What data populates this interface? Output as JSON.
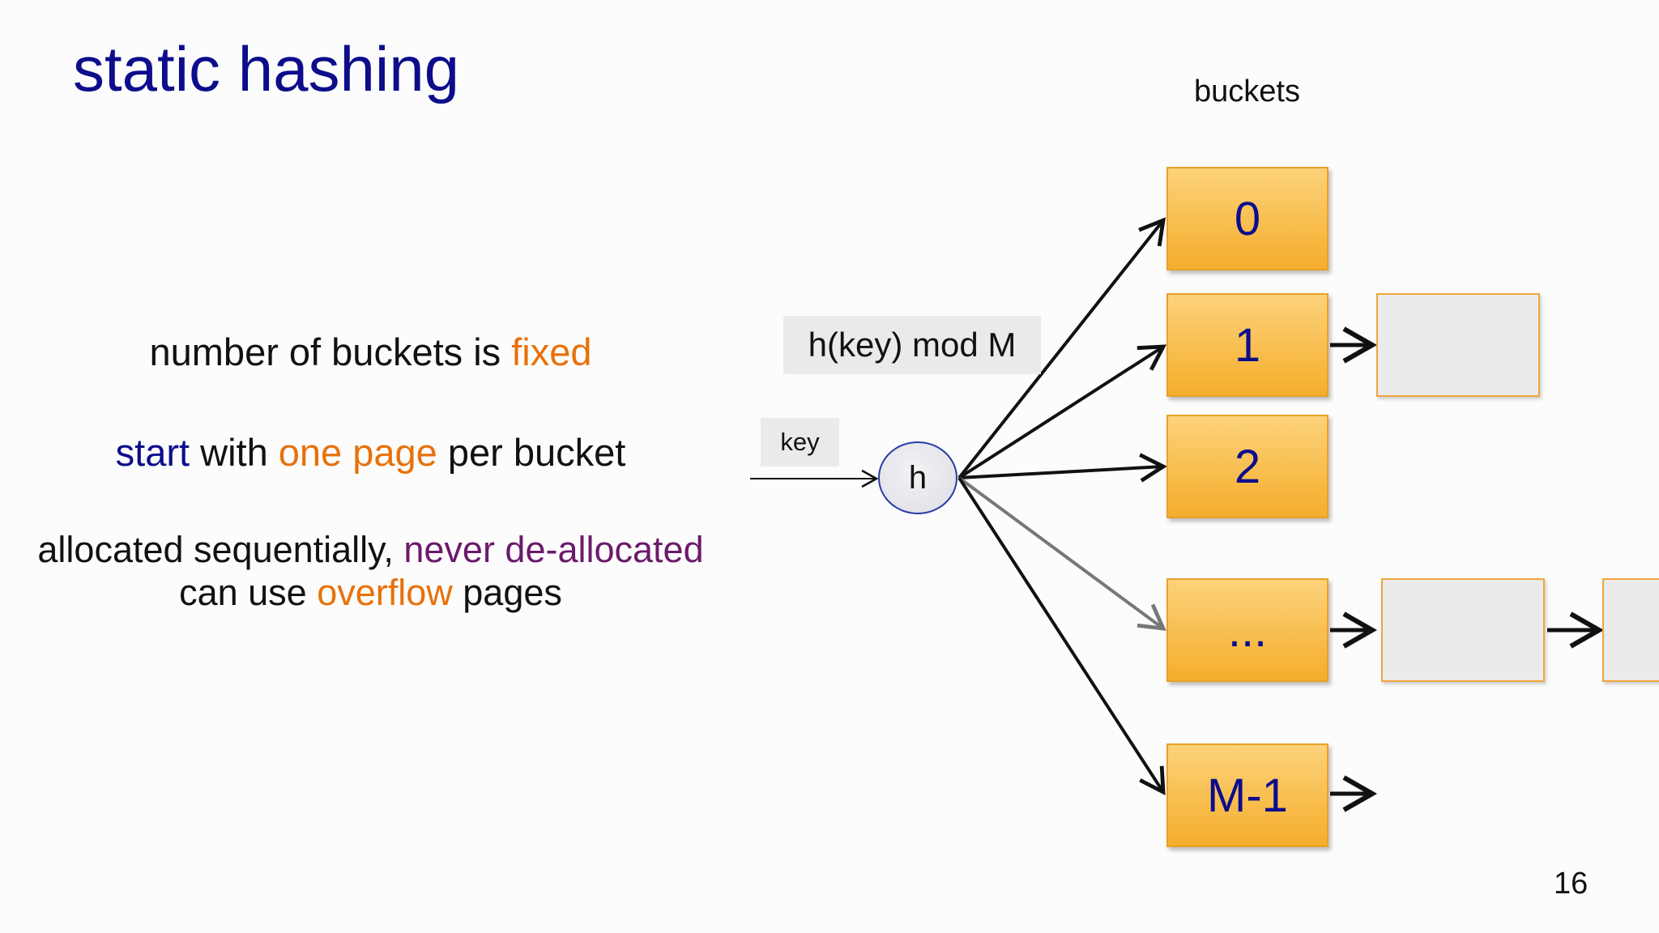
{
  "title": "static hashing",
  "bullets": {
    "line1": {
      "text": "number of buckets is ",
      "highlight": "fixed"
    },
    "line2": {
      "word1": "start",
      "word2": " with ",
      "word3": "one page",
      "word4": " per bucket"
    },
    "line3": {
      "text": "allocated sequentially, ",
      "highlight": "never de-allocated"
    },
    "line4": {
      "text1": "can use ",
      "highlight": "overflow",
      "text2": " pages"
    }
  },
  "diagram": {
    "buckets_label": "buckets",
    "hash_function_label": "h(key) mod M",
    "key_label": "key",
    "hash_node": "h",
    "buckets": [
      "0",
      "1",
      "2",
      "...",
      "M-1"
    ]
  },
  "page_number": "16",
  "colors": {
    "title": "#0d0d8c",
    "highlight_orange": "#e8710a",
    "highlight_purple": "#6b1a6b",
    "bucket_fill": "#f5ae2c",
    "overflow_fill": "#ebebea"
  }
}
